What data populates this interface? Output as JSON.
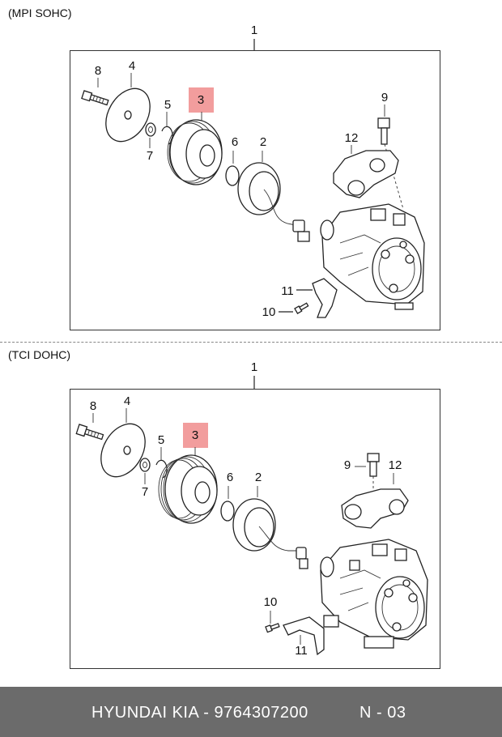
{
  "sections": [
    {
      "label": "(MPI SOHC)",
      "assembly_number": "1",
      "callouts": [
        "8",
        "4",
        "5",
        "3",
        "7",
        "6",
        "2",
        "9",
        "12",
        "11",
        "10"
      ],
      "highlighted": "3"
    },
    {
      "label": "(TCI DOHC)",
      "assembly_number": "1",
      "callouts": [
        "8",
        "4",
        "5",
        "3",
        "7",
        "6",
        "2",
        "9",
        "12",
        "10",
        "11"
      ],
      "highlighted": "3"
    }
  ],
  "footer": {
    "brand": "HYUNDAI  KIA - 9764307200",
    "page": "N - 03"
  },
  "colors": {
    "highlight": "#f08c8c",
    "footer_bg": "#6b6b6b"
  }
}
